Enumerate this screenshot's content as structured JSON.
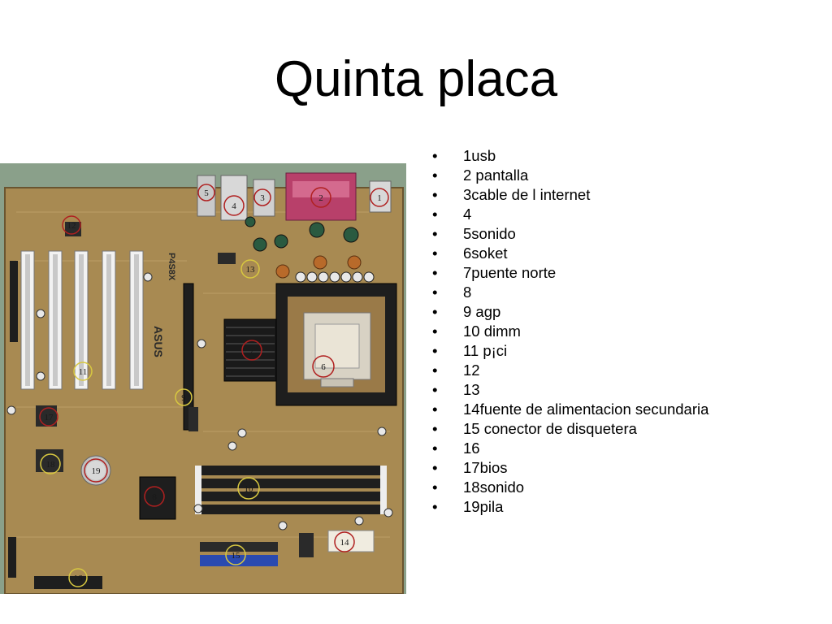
{
  "slide": {
    "title": "Quinta placa"
  },
  "legend": {
    "items": [
      "1usb",
      "2 pantalla",
      "3cable de l internet",
      "4",
      "5sonido",
      "6soket",
      "7puente norte",
      "8",
      "9 agp",
      "10 dimm",
      "11 p¡ci",
      "12",
      "13",
      "14fuente de alimentacion secundaria",
      "15 conector de disquetera",
      "16",
      "17bios",
      "18sonido",
      "19pila"
    ]
  },
  "board": {
    "callouts": [
      "1",
      "2",
      "3",
      "4",
      "5",
      "6",
      "7",
      "8",
      "9",
      "10",
      "11",
      "12",
      "13",
      "14",
      "15",
      "16",
      "17",
      "18",
      "19"
    ],
    "brand_mark": "ASUS",
    "model_mark": "P4S8X"
  },
  "colors": {
    "board": "#a88a52",
    "wall": "#8aa08a",
    "socket": "#2a2a2a",
    "circle_green": "#3a8a2a",
    "circle_red": "#b02020"
  }
}
